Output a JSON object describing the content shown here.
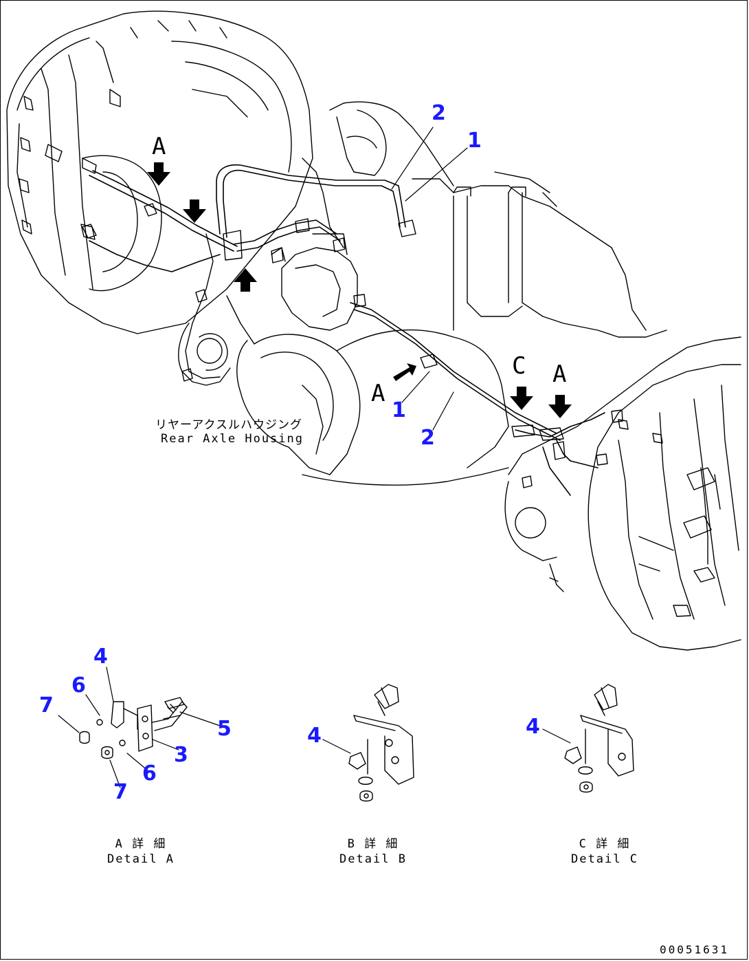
{
  "housing_label": {
    "jp": "リヤーアクスルハウジング",
    "en": "Rear Axle Housing"
  },
  "view_letters": {
    "a_top": "A",
    "a_mid": "A",
    "c_right": "C",
    "a_right": "A"
  },
  "callouts": {
    "main_2_top": "2",
    "main_1_top": "1",
    "main_1_mid": "1",
    "main_2_mid": "2",
    "detA_4": "4",
    "detA_6_top": "6",
    "detA_7_top": "7",
    "detA_5": "5",
    "detA_3": "3",
    "detA_6_bottom": "6",
    "detA_7_bottom": "7",
    "detB_4": "4",
    "detC_4": "4"
  },
  "details": {
    "a": {
      "jp": "A 詳 細",
      "en": "Detail A"
    },
    "b": {
      "jp": "B 詳 細",
      "en": "Detail B"
    },
    "c": {
      "jp": "C 詳 細",
      "en": "Detail C"
    }
  },
  "drawing_number": "00051631",
  "colors": {
    "callout": "#1a1aff",
    "line": "#000000",
    "background": "#ffffff"
  }
}
